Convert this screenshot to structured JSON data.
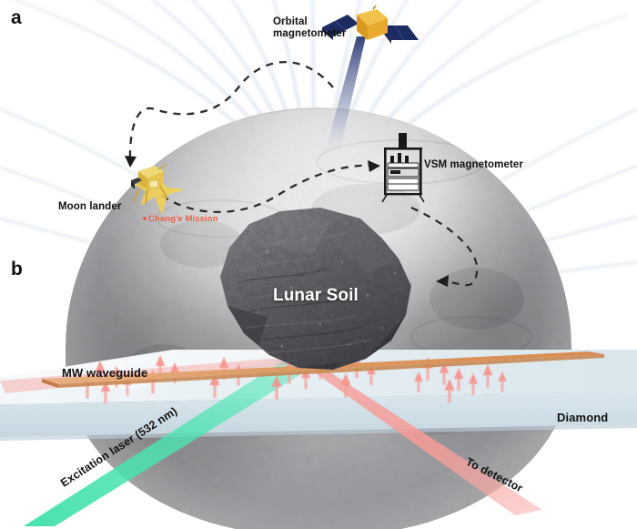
{
  "figure": {
    "panels": [
      {
        "letter": "a",
        "name": "lunar-remanent-magnetism-measurement"
      },
      {
        "letter": "b",
        "name": "nv-diamond-magnetometry-setup"
      }
    ]
  },
  "panel_a": {
    "letter": "a",
    "labels": {
      "orbital_magnetometer": "Orbital\nmagnetometer",
      "orbital_magnetometer_line1": "Orbital",
      "orbital_magnetometer_line2": "magnetometer",
      "vsm_magnetometer": "VSM magnetometer",
      "moon_lander": "Moon lander",
      "change_mission": "Chang'e Mission"
    },
    "objects": {
      "satellite": "orbital-magnetometer-satellite",
      "vsm_instrument": "vsm-magnetometer-instrument",
      "lander": "moon-lander-spacecraft",
      "moon": "moon-surface",
      "field_lines": "magnetic-field-lines"
    },
    "colors": {
      "satellite_body": "#e8a72a",
      "satellite_panel": "#1f2f6b",
      "lander_body": "#f0c93c",
      "change_text": "#e8614d",
      "moon_gray": "#b0b0b4",
      "field_line": "#c6d4e4",
      "arrow_dash": "#2b2b2b"
    }
  },
  "panel_b": {
    "letter": "b",
    "labels": {
      "lunar_soil": "Lunar Soil",
      "mw_waveguide": "MW waveguide",
      "diamond": "Diamond",
      "excitation_laser": "Excitation laser (532 nm)",
      "to_detector": "To detector"
    },
    "objects": {
      "rock": "lunar-soil-sample-rock",
      "diamond_slab": "diamond-substrate-slab",
      "waveguide_strip": "microwave-waveguide-strip",
      "nv_arrows": "nv-center-spin-arrows",
      "green_beam": "excitation-laser-beam",
      "red_beam": "fluorescence-detection-beam"
    },
    "values": {
      "laser_wavelength_nm": 532
    },
    "colors": {
      "diamond_top": "#e9f0f4",
      "diamond_side": "#cfdde6",
      "waveguide_copper": "#dd9a63",
      "laser_green": "#49e3ae",
      "detector_red": "#f79b96",
      "nv_arrow_pink": "#f7938c",
      "rock_dark": "#4a4a4c"
    }
  }
}
